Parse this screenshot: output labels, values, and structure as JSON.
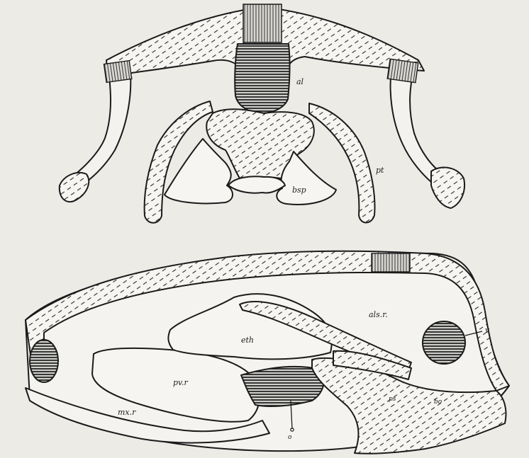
{
  "figure": {
    "upper_labels": {
      "al": "al",
      "bsp": "bsp",
      "pt": "pt"
    },
    "lower_labels": {
      "als_r": "als.r.",
      "eth": "eth",
      "v": "v",
      "pv_r": "pv.r",
      "mx_r": "mx.r",
      "ps": "ps",
      "bo": "bo",
      "o": "o"
    }
  }
}
